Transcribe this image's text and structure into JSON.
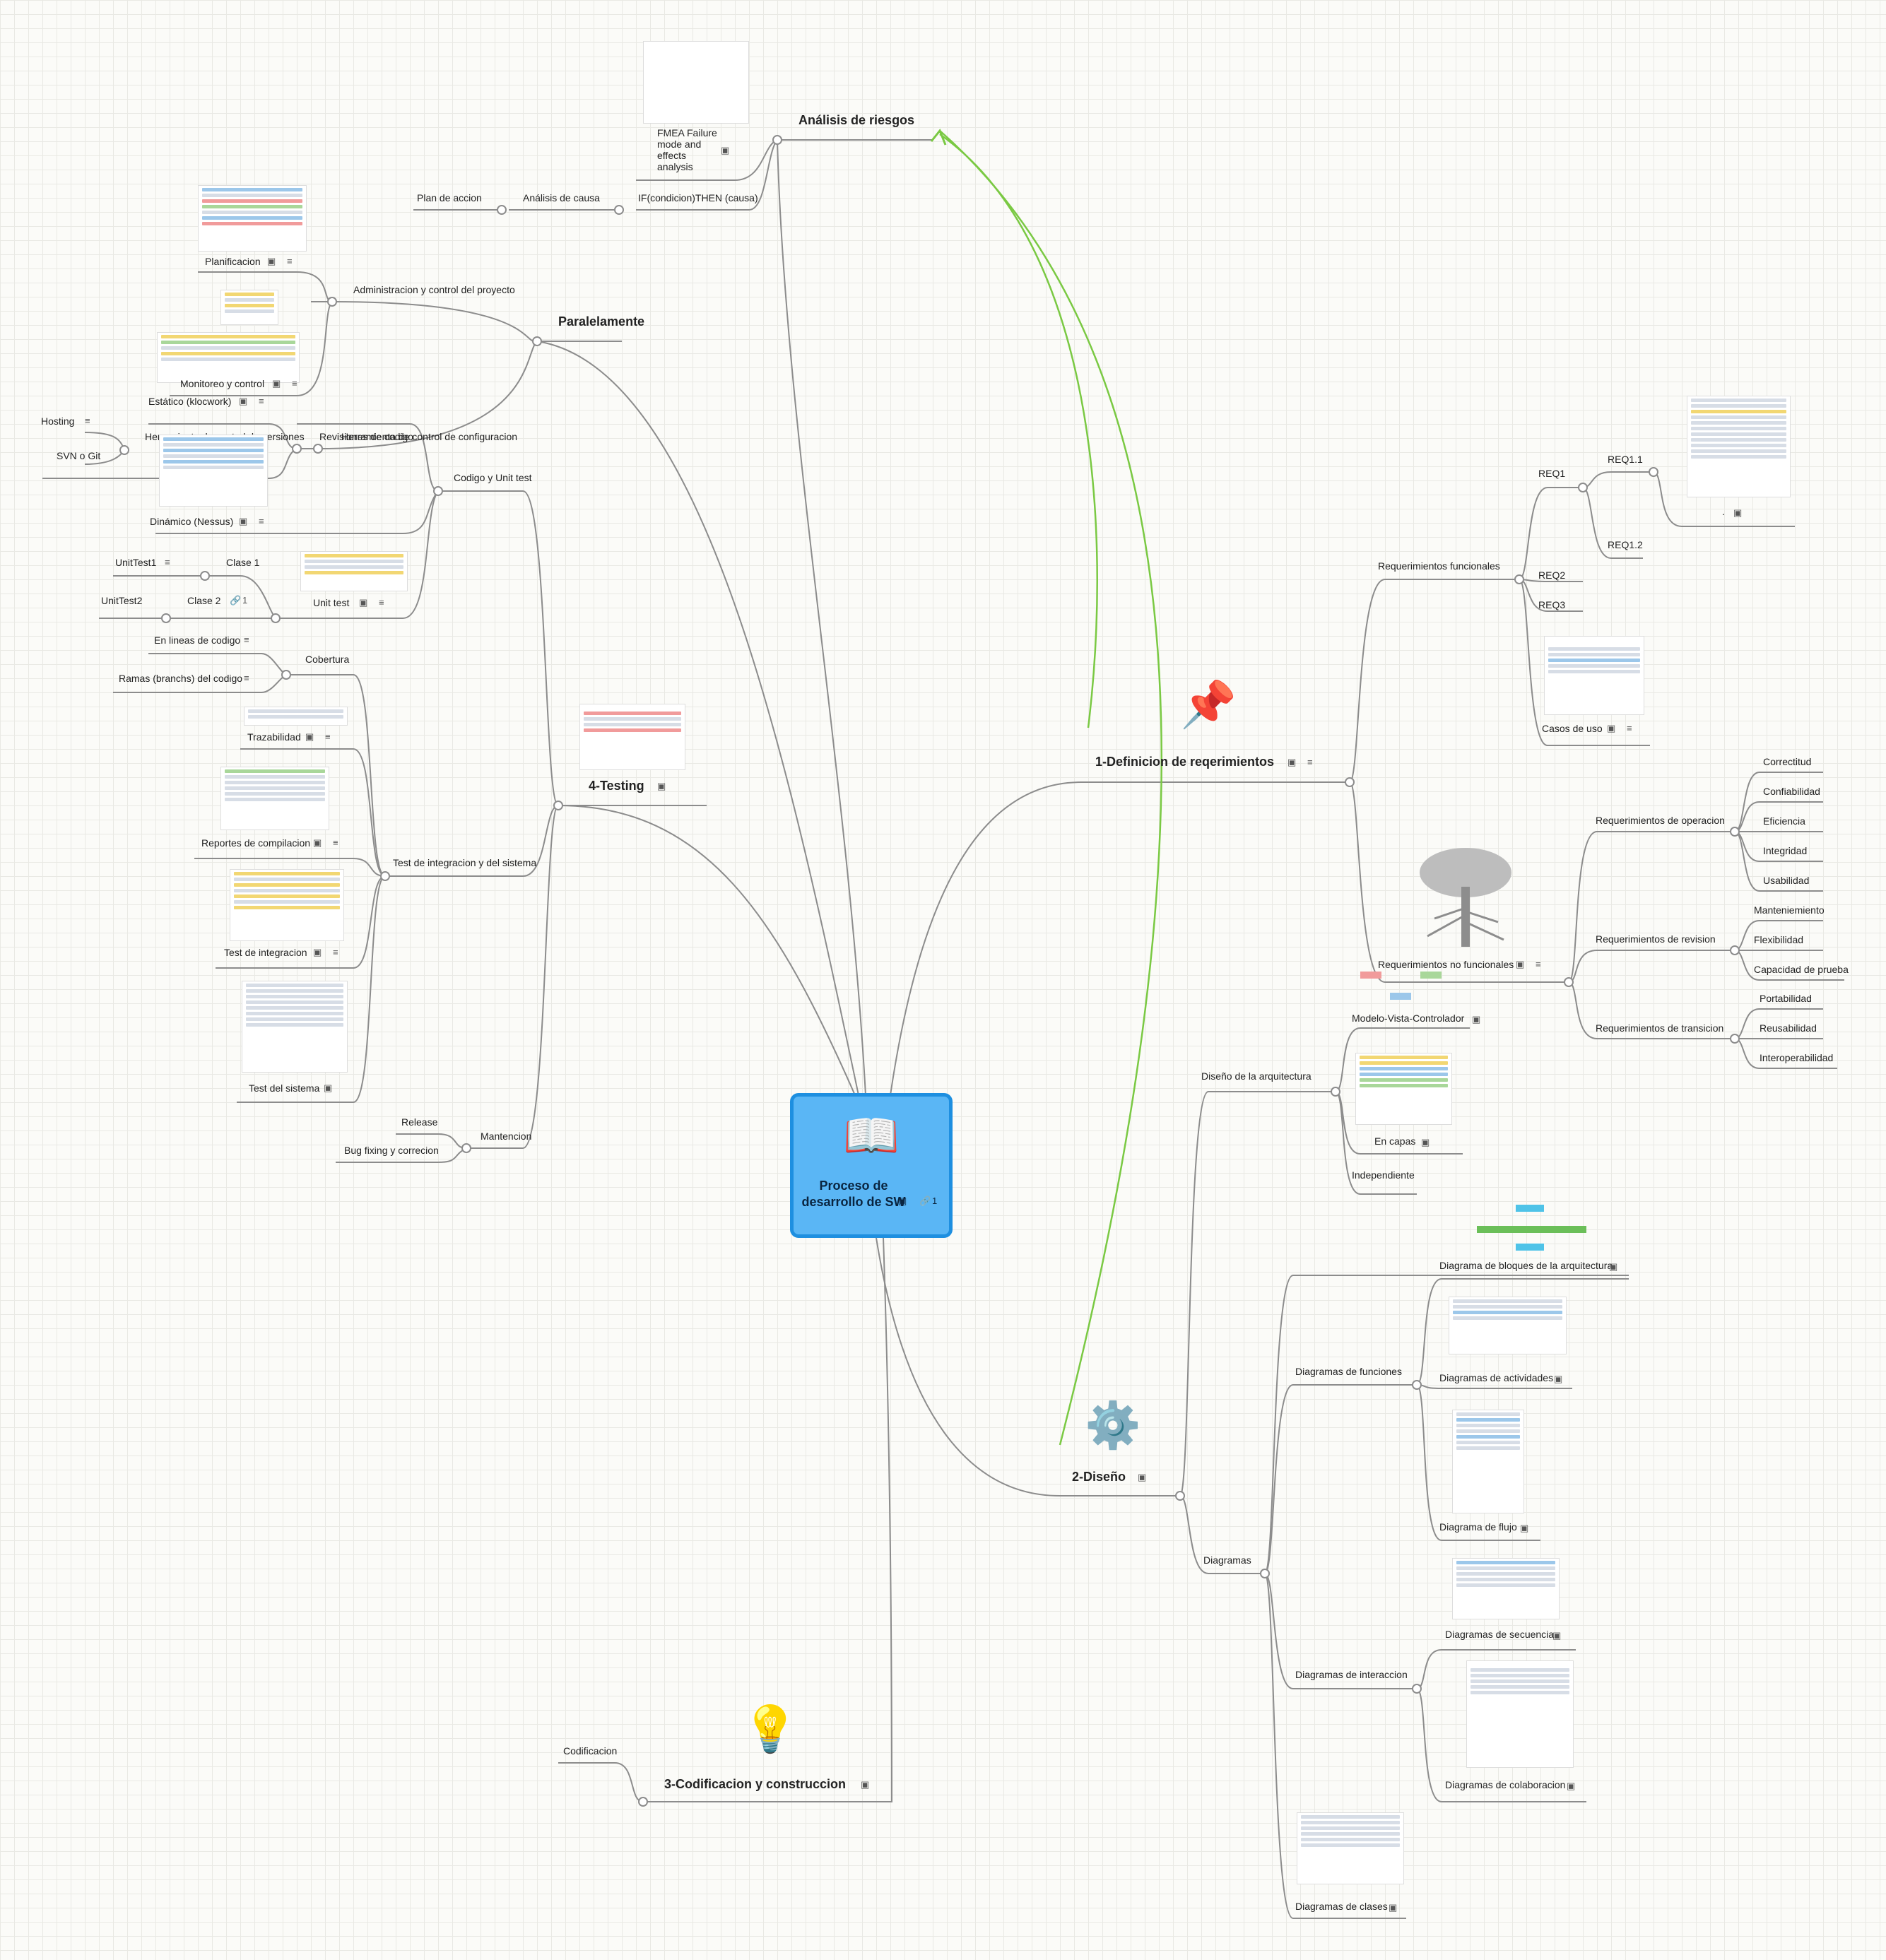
{
  "central": {
    "title": "Proceso de desarrollo de SW",
    "link_count": "1"
  },
  "topics": {
    "analisis_riesgos": {
      "label": "Análisis de riesgos",
      "fmea": "FMEA Failure mode and effects analysis",
      "if_then": "IF(condicion)THEN (causa)",
      "analisis_causa": "Análisis de causa",
      "plan_accion": "Plan de accion"
    },
    "paralelamente": {
      "label": "Paralelamente",
      "admin": "Administracion y control del proyecto",
      "planificacion": "Planificacion",
      "monitoreo": "Monitoreo y control",
      "herramienta_config": "Herramienta de control de configuracion",
      "herramienta_versiones": "Herramienta de control de versiones",
      "hosting": "Hosting",
      "svn": "SVN o Git"
    },
    "testing": {
      "label": "4-Testing",
      "codigo_unit": "Codigo y Unit test",
      "revisiones": "Revisiones de codigo",
      "estatico": "Estático (klocwork)",
      "dinamico": "Dinámico (Nessus)",
      "unit_test": "Unit test",
      "clase1": "Clase 1",
      "clase2": "Clase 2",
      "clase2_links": "1",
      "unittest1": "UnitTest1",
      "unittest2": "UnitTest2",
      "cobertura": "Cobertura",
      "lineas": "En lineas de codigo",
      "ramas": "Ramas (branchs) del codigo",
      "test_integ_sistema": "Test de integracion y del sistema",
      "trazabilidad": "Trazabilidad",
      "reportes": "Reportes de compilacion",
      "test_integracion": "Test de integracion",
      "test_sistema": "Test del sistema",
      "mantencion": "Mantencion",
      "release": "Release",
      "bug_fixing": "Bug fixing y correcion"
    },
    "requerimientos": {
      "label": "1-Definicion de reqerimientos",
      "funcionales": "Requerimientos funcionales",
      "req1": "REQ1",
      "req11": "REQ1.1",
      "req12": "REQ1.2",
      "req2": "REQ2",
      "req3": "REQ3",
      "dot": ".",
      "casos_uso": "Casos de uso",
      "no_funcionales": "Requerimientos no funcionales",
      "operacion": "Requerimientos de operacion",
      "correctitud": "Correctitud",
      "confiabilidad": "Confiabilidad",
      "eficiencia": "Eficiencia",
      "integridad": "Integridad",
      "usabilidad": "Usabilidad",
      "revision": "Requerimientos de  revision",
      "mantenimiento": "Manteniemiento",
      "flexibilidad": "Flexibilidad",
      "capacidad_prueba": "Capacidad de prueba",
      "transicion": "Requerimientos de transicion",
      "portabilidad": "Portabilidad",
      "reusabilidad": "Reusabilidad",
      "interoperabilidad": "Interoperabilidad"
    },
    "diseno": {
      "label": "2-Diseño",
      "arquitectura": "Diseño de la arquitectura",
      "mvc": "Modelo-Vista-Controlador",
      "capas": "En capas",
      "independiente": "Independiente",
      "diagramas": "Diagramas",
      "bloques": "Diagrama de bloques de la arquitectura",
      "funciones": "Diagramas de funciones",
      "actividades": "Diagramas de actividades",
      "flujo": "Diagrama de flujo",
      "interaccion": "Diagramas de interaccion",
      "secuencia": "Diagramas de secuencia",
      "colaboracion": "Diagramas de colaboracion",
      "clases": "Diagramas de clases"
    },
    "codificacion": {
      "label": "3-Codificacion y construccion",
      "codificacion": "Codificacion"
    }
  },
  "icons": {
    "central": "book-icon",
    "requerimientos": "pushpin-icon",
    "diseno": "gear-icon",
    "codificacion": "lightbulb-icon",
    "attachment": "image-icon",
    "note": "note-icon",
    "link": "link-icon"
  },
  "colors": {
    "central_fill": "#5ab6f5",
    "central_border": "#1e8fe0",
    "branch_line": "#8a8a8a",
    "relationship_line": "#7ac943"
  }
}
